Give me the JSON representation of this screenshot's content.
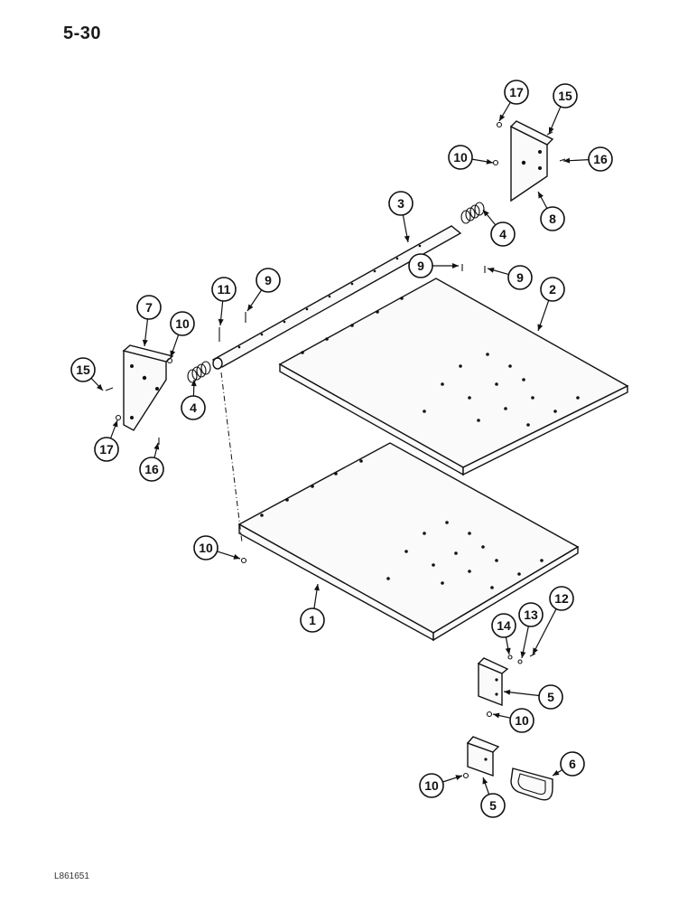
{
  "page_number": "5-30",
  "figure_id": "L861651",
  "callouts": [
    {
      "label": "17"
    },
    {
      "label": "15"
    },
    {
      "label": "10"
    },
    {
      "label": "16"
    },
    {
      "label": "8"
    },
    {
      "label": "3"
    },
    {
      "label": "4"
    },
    {
      "label": "9"
    },
    {
      "label": "9"
    },
    {
      "label": "2"
    },
    {
      "label": "11"
    },
    {
      "label": "9"
    },
    {
      "label": "7"
    },
    {
      "label": "10"
    },
    {
      "label": "15"
    },
    {
      "label": "4"
    },
    {
      "label": "17"
    },
    {
      "label": "16"
    },
    {
      "label": "10"
    },
    {
      "label": "1"
    },
    {
      "label": "14"
    },
    {
      "label": "13"
    },
    {
      "label": "12"
    },
    {
      "label": "5"
    },
    {
      "label": "10"
    },
    {
      "label": "6"
    },
    {
      "label": "10"
    },
    {
      "label": "5"
    }
  ]
}
